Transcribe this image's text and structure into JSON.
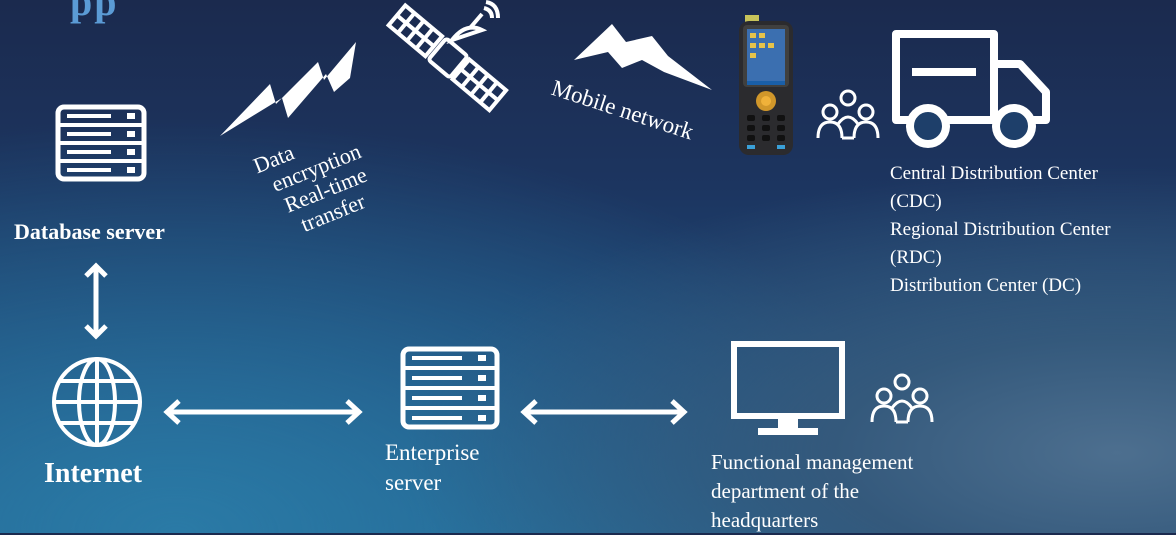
{
  "title_fragment": "pp",
  "nodes": {
    "database_server": "Database server",
    "internet": "Internet",
    "enterprise_server": [
      "Enterprise",
      "server"
    ],
    "hq": [
      "Functional management",
      "department of the",
      "headquarters"
    ]
  },
  "links": {
    "encryption": [
      "Data",
      "encryption",
      "Real-time",
      "transfer"
    ],
    "mobile": "Mobile network"
  },
  "distribution_centers": [
    "Central Distribution Center",
    "(CDC)",
    "Regional Distribution Center",
    "(RDC)",
    "Distribution Center (DC)"
  ],
  "colors": {
    "title": "#5b9bd5",
    "icon": "#ffffff"
  },
  "icons": [
    "database-icon",
    "globe-icon",
    "server-icon",
    "monitor-icon",
    "satellite-icon",
    "handheld-terminal-icon",
    "truck-icon",
    "people-icon",
    "lightning-icon",
    "double-arrow-icon"
  ]
}
